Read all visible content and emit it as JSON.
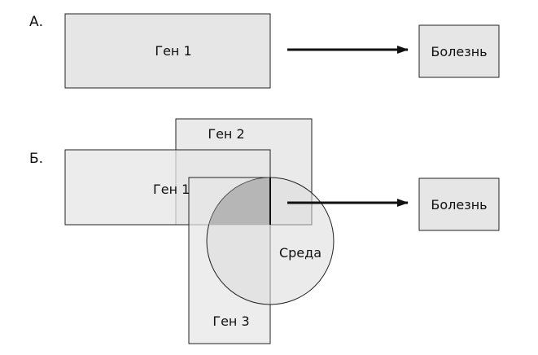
{
  "panels": {
    "a": {
      "label": "А.",
      "gene1": "Ген 1",
      "disease": "Болезнь"
    },
    "b": {
      "label": "Б.",
      "gene1": "Ген 1",
      "gene2": "Ген 2",
      "gene3": "Ген 3",
      "environment": "Среда",
      "disease": "Болезнь"
    }
  },
  "colors": {
    "box_fill": "#e6e6e6",
    "stroke": "#222222",
    "overlap_fill": "#b5b5b5",
    "arrow": "#111111"
  }
}
